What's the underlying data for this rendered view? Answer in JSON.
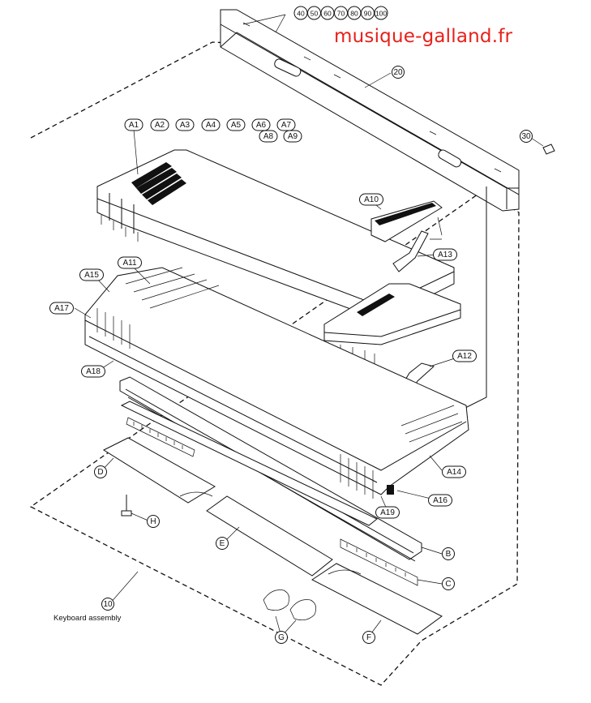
{
  "watermark": "musique-galland.fr",
  "caption": "Keyboard assembly",
  "model_callouts": [
    "40",
    "50",
    "60",
    "70",
    "80",
    "90",
    "100"
  ],
  "callouts": {
    "c20": "20",
    "c30": "30",
    "c10": "10",
    "A1": "A1",
    "A2": "A2",
    "A3": "A3",
    "A4": "A4",
    "A5": "A5",
    "A6": "A6",
    "A7": "A7",
    "A8": "A8",
    "A9": "A9",
    "A10": "A10",
    "A11": "A11",
    "A12": "A12",
    "A13": "A13",
    "A14": "A14",
    "A15": "A15",
    "A16": "A16",
    "A17": "A17",
    "A18": "A18",
    "A19": "A19",
    "B": "B",
    "C": "C",
    "D": "D",
    "E": "E",
    "F": "F",
    "G": "G",
    "H": "H"
  }
}
